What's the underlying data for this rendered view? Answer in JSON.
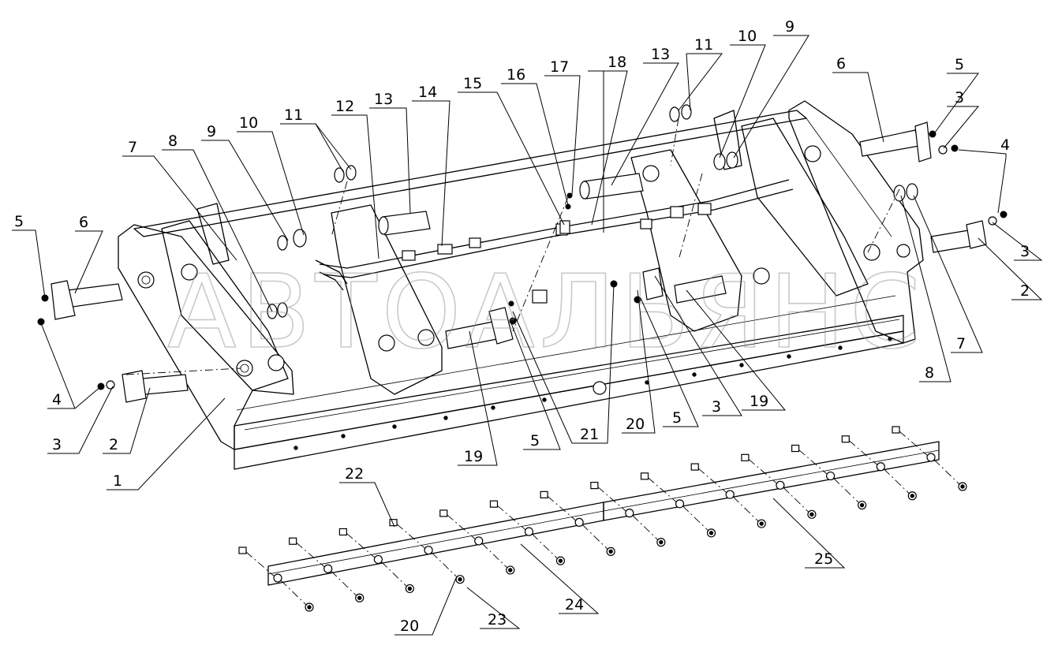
{
  "watermark": "АВТОАЛЬЯНС",
  "callouts": [
    {
      "id": "c-5-left",
      "text": "5"
    },
    {
      "id": "c-6-left",
      "text": "6"
    },
    {
      "id": "c-7-left",
      "text": "7"
    },
    {
      "id": "c-8-left",
      "text": "8"
    },
    {
      "id": "c-9-left",
      "text": "9"
    },
    {
      "id": "c-10-left",
      "text": "10"
    },
    {
      "id": "c-11-left",
      "text": "11"
    },
    {
      "id": "c-12",
      "text": "12"
    },
    {
      "id": "c-13-left",
      "text": "13"
    },
    {
      "id": "c-14",
      "text": "14"
    },
    {
      "id": "c-15",
      "text": "15"
    },
    {
      "id": "c-16",
      "text": "16"
    },
    {
      "id": "c-17",
      "text": "17"
    },
    {
      "id": "c-18",
      "text": "18"
    },
    {
      "id": "c-13-right",
      "text": "13"
    },
    {
      "id": "c-11-right",
      "text": "11"
    },
    {
      "id": "c-10-right",
      "text": "10"
    },
    {
      "id": "c-9-right",
      "text": "9"
    },
    {
      "id": "c-6-right",
      "text": "6"
    },
    {
      "id": "c-5-right",
      "text": "5"
    },
    {
      "id": "c-3-right-top",
      "text": "3"
    },
    {
      "id": "c-4-right",
      "text": "4"
    },
    {
      "id": "c-3-right",
      "text": "3"
    },
    {
      "id": "c-2-right",
      "text": "2"
    },
    {
      "id": "c-7-right",
      "text": "7"
    },
    {
      "id": "c-8-right",
      "text": "8"
    },
    {
      "id": "c-19-right",
      "text": "19"
    },
    {
      "id": "c-3-mid",
      "text": "3"
    },
    {
      "id": "c-5-mid",
      "text": "5"
    },
    {
      "id": "c-20-mid",
      "text": "20"
    },
    {
      "id": "c-21",
      "text": "21"
    },
    {
      "id": "c-5-center",
      "text": "5"
    },
    {
      "id": "c-19-left",
      "text": "19"
    },
    {
      "id": "c-4-left",
      "text": "4"
    },
    {
      "id": "c-3-left",
      "text": "3"
    },
    {
      "id": "c-2-left",
      "text": "2"
    },
    {
      "id": "c-1",
      "text": "1"
    },
    {
      "id": "c-22",
      "text": "22"
    },
    {
      "id": "c-25",
      "text": "25"
    },
    {
      "id": "c-24",
      "text": "24"
    },
    {
      "id": "c-20-bottom",
      "text": "20"
    },
    {
      "id": "c-23",
      "text": "23"
    }
  ]
}
